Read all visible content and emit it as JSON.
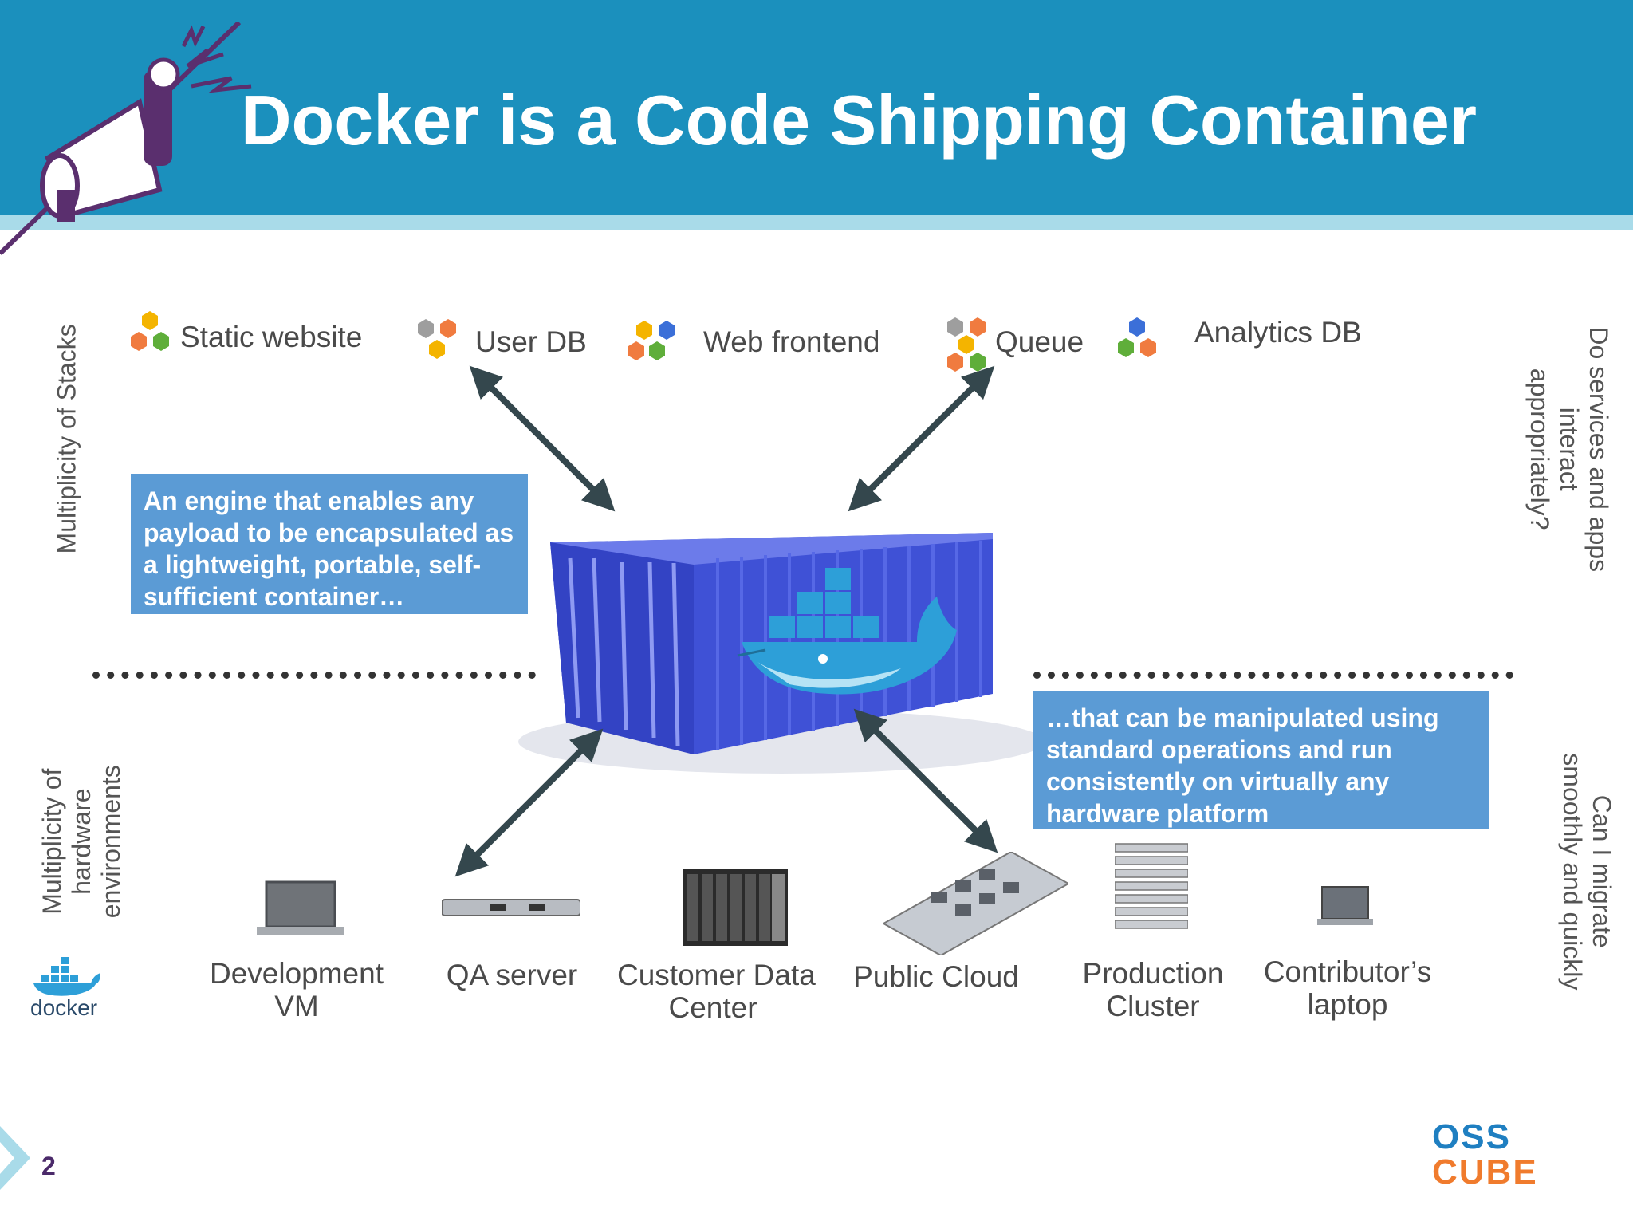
{
  "slide": {
    "title": "Docker is a Code Shipping Container",
    "page_number": "2"
  },
  "stacks": [
    {
      "label": "Static website"
    },
    {
      "label": "User DB"
    },
    {
      "label": "Web frontend"
    },
    {
      "label": "Queue"
    },
    {
      "label": "Analytics DB"
    }
  ],
  "hardware": [
    {
      "label_line1": "Development",
      "label_line2": "VM"
    },
    {
      "label_line1": "QA server",
      "label_line2": ""
    },
    {
      "label_line1": "Customer Data",
      "label_line2": "Center"
    },
    {
      "label_line1": "Public Cloud",
      "label_line2": ""
    },
    {
      "label_line1": "Production",
      "label_line2": "Cluster"
    },
    {
      "label_line1": "Contributor’s",
      "label_line2": "laptop"
    }
  ],
  "side_labels": {
    "left_top": "Multiplicity of Stacks",
    "left_bottom_1": "Multiplicity of",
    "left_bottom_2": "hardware",
    "left_bottom_3": "environments",
    "right_top_1": "Do services and apps",
    "right_top_2": "interact",
    "right_top_3": "appropriately?",
    "right_bottom_1": "Can I migrate",
    "right_bottom_2": "smoothly and quickly"
  },
  "callouts": {
    "left": "An engine that enables any payload to be encapsulated as a lightweight, portable, self-sufficient container…",
    "right": "…that  can be manipulated using standard operations and run consistently on virtually any hardware platform"
  },
  "brand": {
    "docker_logo_text": "docker",
    "oss_text": "OSS",
    "cube_text": "CUBE"
  },
  "colors": {
    "header": "#1b90bd",
    "stripe": "#a9dbe9",
    "callout": "#5b9bd5",
    "container": "#3f51d6",
    "whale": "#2d9fd8",
    "arrow": "#34474d"
  }
}
